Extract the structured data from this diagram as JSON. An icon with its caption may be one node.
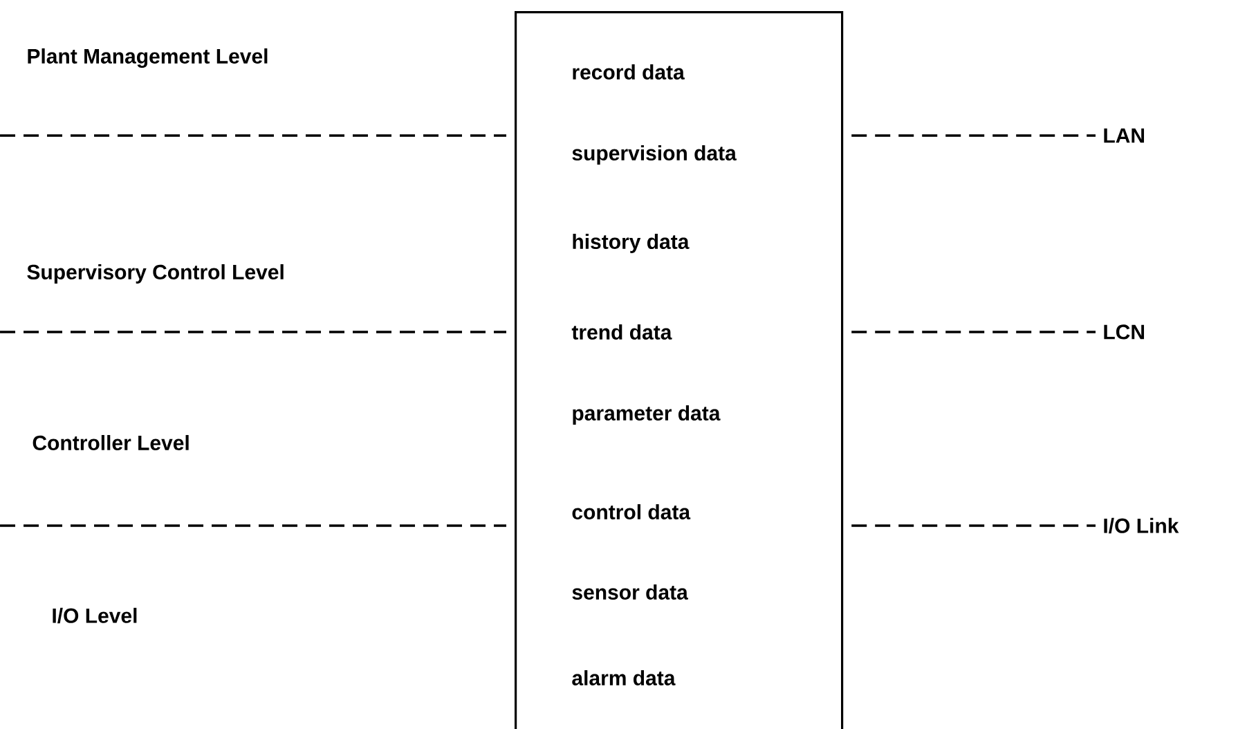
{
  "diagram": {
    "nodes": [
      {
        "text": [
          "record data",
          "supervision data",
          "history data",
          "trend data",
          "parameter data",
          "control data",
          "sensor data",
          "alarm data"
        ]
      },
      {
        "text": [
          "LAN"
        ]
      },
      {
        "text": [
          "LCN"
        ]
      },
      {
        "text": [
          "I/O Link"
        ]
      }
    ],
    "edges": [
      {
        "from": 0,
        "to": 1,
        "arrow": "none",
        "style": "dashed"
      },
      {
        "from": 0,
        "to": 2,
        "arrow": "none",
        "style": "dashed"
      },
      {
        "from": 0,
        "to": 3,
        "arrow": "none",
        "style": "dashed"
      }
    ],
    "labels": [
      "Plant Management Level",
      "Supervisory Control Level",
      "Controller Level",
      "I/O Level"
    ]
  }
}
